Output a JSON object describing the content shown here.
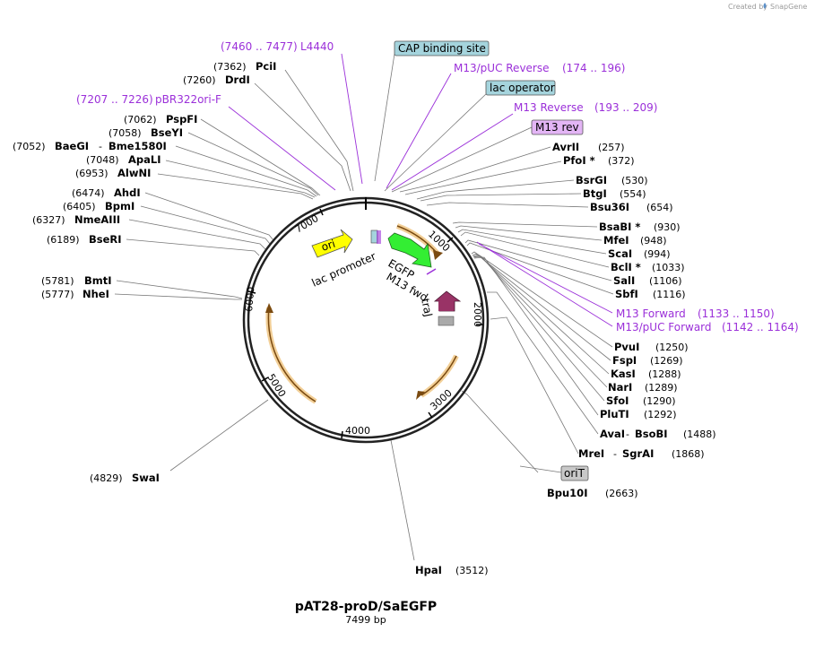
{
  "credit": "Created by",
  "brand": "SnapGene",
  "plasmid": {
    "name": "pAT28-proD/SaEGFP",
    "length_label": "7499 bp"
  },
  "site_box_labels": [
    "CAP binding site",
    "lac operator",
    "M13 rev",
    "oriT"
  ],
  "primer_labels": [
    {
      "name": "L4440",
      "range": "(7460 .. 7477)"
    },
    {
      "name": "M13/pUC Reverse",
      "range": "(174 .. 196)"
    },
    {
      "name": "M13 Reverse",
      "range": "(193 .. 209)"
    },
    {
      "name": "pBR322ori-F",
      "range": "(7207 .. 7226)"
    },
    {
      "name": "M13 Forward",
      "range": "(1133 .. 1150)"
    },
    {
      "name": "M13/pUC Forward",
      "range": "(1142 .. 1164)"
    }
  ],
  "enzymes_left": [
    {
      "pos": "(7362)",
      "name": "PciI"
    },
    {
      "pos": "(7260)",
      "name": "DrdI"
    },
    {
      "pos": "(7062)",
      "name": "PspFI"
    },
    {
      "pos": "(7058)",
      "name": "BseYI"
    },
    {
      "pos": "(7052)",
      "name": "BaeGI",
      "name2": "Bme1580I"
    },
    {
      "pos": "(7048)",
      "name": "ApaLI"
    },
    {
      "pos": "(6953)",
      "name": "AlwNI"
    },
    {
      "pos": "(6474)",
      "name": "AhdI"
    },
    {
      "pos": "(6405)",
      "name": "BpmI"
    },
    {
      "pos": "(6327)",
      "name": "NmeAIII"
    },
    {
      "pos": "(6189)",
      "name": "BseRI"
    },
    {
      "pos": "(5781)",
      "name": "BmtI"
    },
    {
      "pos": "(5777)",
      "name": "NheI"
    },
    {
      "pos": "(4829)",
      "name": "SwaI"
    }
  ],
  "enzymes_right": [
    {
      "name": "AvrII",
      "pos": "(257)"
    },
    {
      "name": "PfoI *",
      "pos": "(372)"
    },
    {
      "name": "BsrGI",
      "pos": "(530)"
    },
    {
      "name": "BtgI",
      "pos": "(554)"
    },
    {
      "name": "Bsu36I",
      "pos": "(654)"
    },
    {
      "name": "BsaBI *",
      "pos": "(930)"
    },
    {
      "name": "MfeI",
      "pos": "(948)"
    },
    {
      "name": "ScaI",
      "pos": "(994)"
    },
    {
      "name": "BclI *",
      "pos": "(1033)"
    },
    {
      "name": "SalI",
      "pos": "(1106)"
    },
    {
      "name": "SbfI",
      "pos": "(1116)"
    },
    {
      "name": "PvuI",
      "pos": "(1250)"
    },
    {
      "name": "FspI",
      "pos": "(1269)"
    },
    {
      "name": "KasI",
      "pos": "(1288)"
    },
    {
      "name": "NarI",
      "pos": "(1289)"
    },
    {
      "name": "SfoI",
      "pos": "(1290)"
    },
    {
      "name": "PluTI",
      "pos": "(1292)"
    },
    {
      "name": "AvaI",
      "name2": "BsoBI",
      "pos": "(1488)"
    },
    {
      "name": "MreI",
      "name2": "SgrAI",
      "pos": "(1868)"
    },
    {
      "name": "Bpu10I",
      "pos": "(2663)"
    },
    {
      "name": "HpaI",
      "pos": "(3512)"
    }
  ],
  "ticks": [
    "1000",
    "2000",
    "3000",
    "4000",
    "5000",
    "6000",
    "7000"
  ],
  "features": {
    "ori": "ori",
    "lac_promoter": "lac promoter",
    "egfp": "EGFP",
    "m13_fwd": "M13 fwd",
    "traj": "traJ"
  },
  "colors": {
    "primer": "#9b30d9",
    "site_box": "#a5d4dd",
    "m13rev_box": "#e3b5f5",
    "orit_box": "#c8c8c8",
    "egfp": "#33ee33",
    "ori": "#ffff00",
    "traj": "#993366",
    "orf": "#e6a030"
  }
}
